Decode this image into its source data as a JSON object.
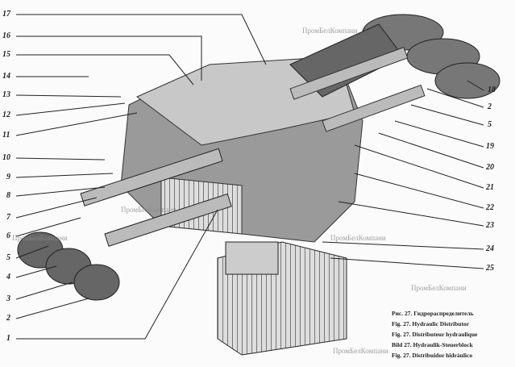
{
  "left_labels": [
    "17",
    "16",
    "15",
    "14",
    "13",
    "12",
    "11",
    "10",
    "9",
    "8",
    "7",
    "6",
    "5",
    "4",
    "3",
    "2",
    "1"
  ],
  "right_labels": [
    "18",
    "2",
    "5",
    "19",
    "20",
    "21",
    "22",
    "23",
    "24",
    "25"
  ],
  "watermark": "ПромБелКомпани",
  "caption": [
    "Рис. 27. Гидрораспределитель",
    "Fig. 27. Hydraulic Distributor",
    "Fig. 27. Distributeur hydraulique",
    "Bild 27. Hydraulik-Steuerblock",
    "Fig. 27. Distribuidor hidráulico"
  ]
}
